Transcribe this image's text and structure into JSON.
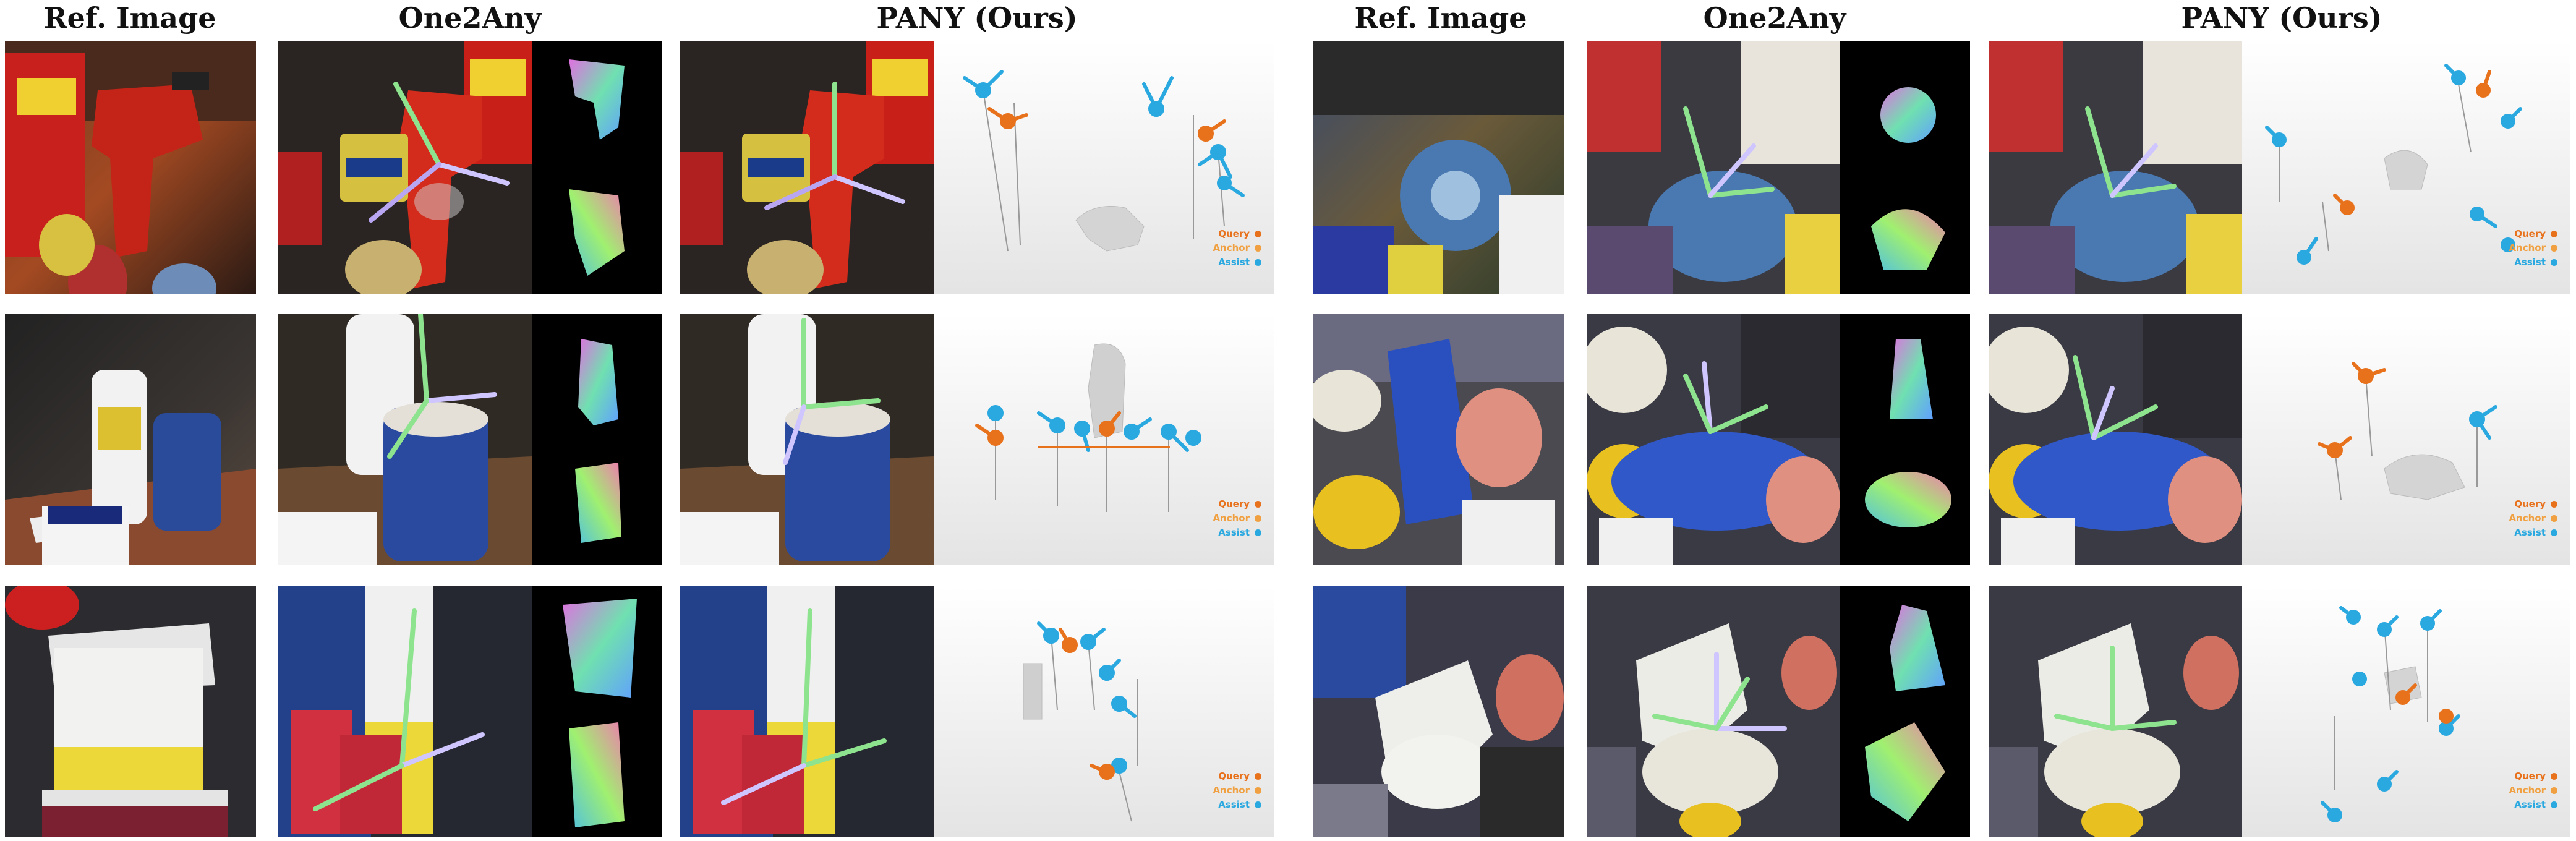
{
  "headers": {
    "ref_left": "Ref. Image",
    "one2any_left": "One2Any",
    "pany_left": "PANY (Ours)",
    "ref_right": "Ref. Image",
    "one2any_right": "One2Any",
    "pany_right": "PANY (Ours)"
  },
  "legend": {
    "query": "Query",
    "anchor": "Anchor",
    "assist": "Assist",
    "query_color": "#e8711c",
    "anchor_color": "#f0a040",
    "assist_color": "#2aa8e0"
  },
  "axis_colors": {
    "x": "#b9a6f2",
    "y": "#8ee38e",
    "z": "#cfc6ff"
  }
}
